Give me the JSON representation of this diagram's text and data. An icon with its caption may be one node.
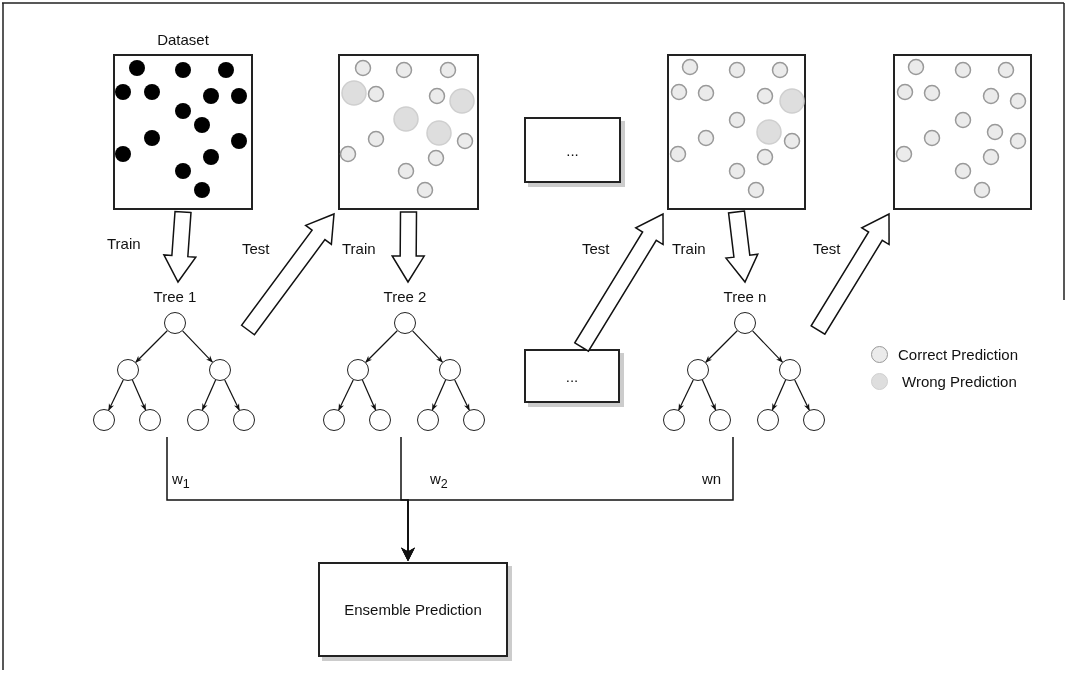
{
  "diagram": {
    "nodes": [
      {
        "text": [
          "Dataset"
        ]
      },
      {
        "text": [],
        "shape": "box"
      },
      {
        "text": [
          "..."
        ]
      },
      {
        "text": [],
        "shape": "box"
      },
      {
        "text": [],
        "shape": "box"
      },
      {
        "text": [
          "Tree 1"
        ]
      },
      {
        "text": [],
        "shape": "circle",
        "in": 5
      },
      {
        "text": [],
        "shape": "circle",
        "in": 5
      },
      {
        "text": [],
        "shape": "circle",
        "in": 5
      },
      {
        "text": [],
        "shape": "circle",
        "in": 5
      },
      {
        "text": [],
        "shape": "circle",
        "in": 5
      },
      {
        "text": [],
        "shape": "circle",
        "in": 5
      },
      {
        "text": [],
        "shape": "circle",
        "in": 5
      },
      {
        "text": [
          "Tree 2"
        ]
      },
      {
        "text": [],
        "shape": "circle",
        "in": 13
      },
      {
        "text": [],
        "shape": "circle",
        "in": 13
      },
      {
        "text": [],
        "shape": "circle",
        "in": 13
      },
      {
        "text": [],
        "shape": "circle",
        "in": 13
      },
      {
        "text": [],
        "shape": "circle",
        "in": 13
      },
      {
        "text": [],
        "shape": "circle",
        "in": 13
      },
      {
        "text": [],
        "shape": "circle",
        "in": 13
      },
      {
        "text": [
          "..."
        ]
      },
      {
        "text": [
          "Tree n"
        ]
      },
      {
        "text": [],
        "shape": "circle",
        "in": 22
      },
      {
        "text": [],
        "shape": "circle",
        "in": 22
      },
      {
        "text": [],
        "shape": "circle",
        "in": 22
      },
      {
        "text": [],
        "shape": "circle",
        "in": 22
      },
      {
        "text": [],
        "shape": "circle",
        "in": 22
      },
      {
        "text": [],
        "shape": "circle",
        "in": 22
      },
      {
        "text": [],
        "shape": "circle",
        "in": 22
      },
      {
        "text": [
          "Ensemble Prediction"
        ]
      }
    ],
    "edges": [
      {
        "from": 0,
        "to": 5,
        "arrow": "to",
        "label": "Train",
        "style": "thick"
      },
      {
        "from": 1,
        "to": 13,
        "arrow": "to",
        "label": "Train",
        "style": "thick"
      },
      {
        "from": 3,
        "to": 22,
        "arrow": "to",
        "label": "Train",
        "style": "thick"
      },
      {
        "from": 5,
        "to": 1,
        "arrow": "to",
        "label": "Test",
        "style": "thick"
      },
      {
        "from": 21,
        "to": 3,
        "arrow": "to",
        "label": "Test",
        "style": "thick"
      },
      {
        "from": 22,
        "to": 4,
        "arrow": "to",
        "label": "Test",
        "style": "thick"
      },
      {
        "from": 6,
        "to": 7,
        "arrow": "to"
      },
      {
        "from": 6,
        "to": 8,
        "arrow": "to"
      },
      {
        "from": 7,
        "to": 9,
        "arrow": "to"
      },
      {
        "from": 7,
        "to": 10,
        "arrow": "to"
      },
      {
        "from": 8,
        "to": 11,
        "arrow": "to"
      },
      {
        "from": 8,
        "to": 12,
        "arrow": "to"
      },
      {
        "from": 14,
        "to": 15,
        "arrow": "to"
      },
      {
        "from": 14,
        "to": 16,
        "arrow": "to"
      },
      {
        "from": 15,
        "to": 17,
        "arrow": "to"
      },
      {
        "from": 15,
        "to": 18,
        "arrow": "to"
      },
      {
        "from": 16,
        "to": 19,
        "arrow": "to"
      },
      {
        "from": 16,
        "to": 20,
        "arrow": "to"
      },
      {
        "from": 23,
        "to": 24,
        "arrow": "to"
      },
      {
        "from": 23,
        "to": 25,
        "arrow": "to"
      },
      {
        "from": 24,
        "to": 26,
        "arrow": "to"
      },
      {
        "from": 24,
        "to": 27,
        "arrow": "to"
      },
      {
        "from": 25,
        "to": 28,
        "arrow": "to"
      },
      {
        "from": 25,
        "to": 29,
        "arrow": "to"
      },
      {
        "from": 5,
        "to": 30,
        "arrow": "to",
        "label": "w$_{1}$"
      },
      {
        "from": 13,
        "to": 30,
        "arrow": "to",
        "label": "w$_{2}$"
      },
      {
        "from": 22,
        "to": 30,
        "arrow": "to",
        "label": "wn"
      }
    ],
    "legend": [
      {
        "text": "Correct Prediction",
        "color": "#ebebeb"
      },
      {
        "text": "Wrong Prediction",
        "color": "#dedede"
      }
    ]
  }
}
